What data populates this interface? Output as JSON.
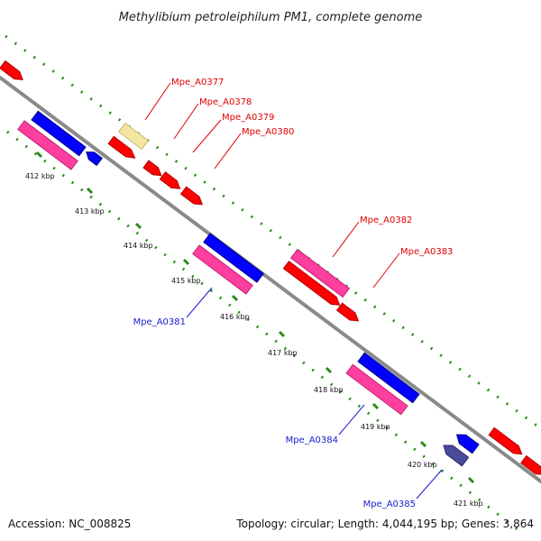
{
  "title": "Methylibium petroleiphilum PM1, complete genome",
  "footer": {
    "accession": "Accession: NC_008825",
    "topology": "Topology: circular; Length: 4,044,195 bp; Genes: 3,864"
  },
  "colors": {
    "backbone": "#8a8a8a",
    "forward_cds": "#ff0000",
    "reverse_cds": "#0000ff",
    "feature_pink": "#ff3fa0",
    "feature_yellow": "#f2e6a0",
    "reverse_pale": "#4a4a9a",
    "dotted_track": "#2a8a1a",
    "label_forward": "#e00000",
    "label_reverse": "#1a1acd"
  },
  "tick_labels": [
    "412 kbp",
    "413 kbp",
    "414 kbp",
    "415 kbp",
    "416 kbp",
    "417 kbp",
    "418 kbp",
    "419 kbp",
    "420 kbp",
    "421 kbp"
  ],
  "forward_gene_labels": [
    "Mpe_A0377",
    "Mpe_A0378",
    "Mpe_A0379",
    "Mpe_A0380",
    "Mpe_A0382",
    "Mpe_A0383"
  ],
  "reverse_gene_labels": [
    "Mpe_A0381",
    "Mpe_A0384",
    "Mpe_A0385"
  ]
}
